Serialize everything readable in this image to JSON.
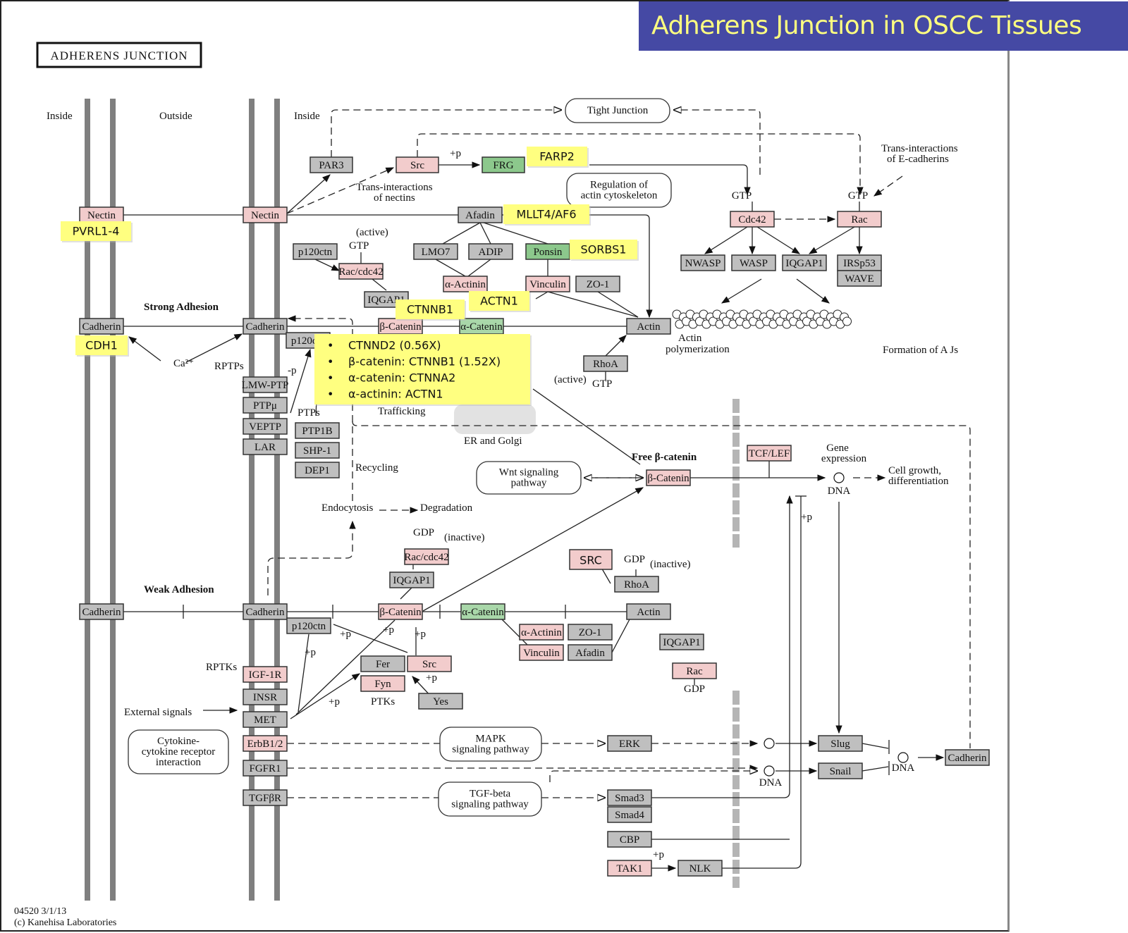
{
  "banner": {
    "title": "Adherens Junction in OSCC Tissues"
  },
  "map": {
    "title": "ADHERENS JUNCTION",
    "footer_id": "04520 3/1/13",
    "footer_copy": "(c) Kanehisa Laboratories"
  },
  "colors": {
    "gray": "#bfbfbf",
    "pink": "#f2cccc",
    "green": "#8cc88c",
    "light_green": "#a9d7a9",
    "annotation": "#ffff80",
    "banner_bg": "#4549a4",
    "banner_text": "#ffff80"
  },
  "nodes": [
    {
      "id": "nectin_l",
      "label": "Nectin",
      "color": "pink"
    },
    {
      "id": "nectin_r",
      "label": "Nectin",
      "color": "pink"
    },
    {
      "id": "par3",
      "label": "PAR3",
      "color": "gray"
    },
    {
      "id": "src_top",
      "label": "Src",
      "color": "pink"
    },
    {
      "id": "frg",
      "label": "FRG",
      "color": "green"
    },
    {
      "id": "afadin_top",
      "label": "Afadin",
      "color": "gray"
    },
    {
      "id": "p120_top",
      "label": "p120ctn",
      "color": "gray"
    },
    {
      "id": "raccdc42_top",
      "label": "Rac/cdc42",
      "color": "pink"
    },
    {
      "id": "iqgap_top",
      "label": "IQGAP1",
      "color": "gray"
    },
    {
      "id": "lmo7",
      "label": "LMO7",
      "color": "gray"
    },
    {
      "id": "adip",
      "label": "ADIP",
      "color": "gray"
    },
    {
      "id": "ponsin",
      "label": "Ponsin",
      "color": "green"
    },
    {
      "id": "actinin_top",
      "label": "α-Actinin",
      "color": "pink"
    },
    {
      "id": "vinculin_top",
      "label": "Vinculin",
      "color": "pink"
    },
    {
      "id": "zo1_top",
      "label": "ZO-1",
      "color": "gray"
    },
    {
      "id": "cdc42",
      "label": "Cdc42",
      "color": "pink"
    },
    {
      "id": "rac_top",
      "label": "Rac",
      "color": "pink"
    },
    {
      "id": "nwasp",
      "label": "NWASP",
      "color": "gray"
    },
    {
      "id": "wasp",
      "label": "WASP",
      "color": "gray"
    },
    {
      "id": "iqgap_r",
      "label": "IQGAP1",
      "color": "gray"
    },
    {
      "id": "irsp53",
      "label": "IRSp53",
      "color": "gray"
    },
    {
      "id": "wave",
      "label": "WAVE",
      "color": "gray"
    },
    {
      "id": "cadherin_l1",
      "label": "Cadherin",
      "color": "gray"
    },
    {
      "id": "cadherin_r1",
      "label": "Cadherin",
      "color": "gray"
    },
    {
      "id": "p120_s",
      "label": "p120ctn",
      "color": "gray"
    },
    {
      "id": "bcat_s",
      "label": "β-Catenin",
      "color": "pink"
    },
    {
      "id": "acat_s",
      "label": "α-Catenin",
      "color": "light_green"
    },
    {
      "id": "actin_s",
      "label": "Actin",
      "color": "gray"
    },
    {
      "id": "rhoa_top",
      "label": "RhoA",
      "color": "gray"
    },
    {
      "id": "lmwptp",
      "label": "LMW-PTP",
      "color": "gray"
    },
    {
      "id": "ptpmu",
      "label": "PTPμ",
      "color": "gray"
    },
    {
      "id": "veptp",
      "label": "VEPTP",
      "color": "gray"
    },
    {
      "id": "lar",
      "label": "LAR",
      "color": "gray"
    },
    {
      "id": "ptp1b",
      "label": "PTP1B",
      "color": "gray"
    },
    {
      "id": "shp1",
      "label": "SHP-1",
      "color": "gray"
    },
    {
      "id": "dep1",
      "label": "DEP1",
      "color": "gray"
    },
    {
      "id": "tcflef",
      "label": "TCF/LEF",
      "color": "pink"
    },
    {
      "id": "bcat_free",
      "label": "β-Catenin",
      "color": "pink"
    },
    {
      "id": "raccdc42_mid",
      "label": "Rac/cdc42",
      "color": "pink"
    },
    {
      "id": "iqgap_mid",
      "label": "IQGAP1",
      "color": "gray"
    },
    {
      "id": "src_ann",
      "label": "SRC",
      "color": "pink"
    },
    {
      "id": "rhoa_mid",
      "label": "RhoA",
      "color": "gray"
    },
    {
      "id": "cadherin_l2",
      "label": "Cadherin",
      "color": "gray"
    },
    {
      "id": "cadherin_r2",
      "label": "Cadherin",
      "color": "gray"
    },
    {
      "id": "p120_w",
      "label": "p120ctn",
      "color": "gray"
    },
    {
      "id": "bcat_w",
      "label": "β-Catenin",
      "color": "pink"
    },
    {
      "id": "acat_w",
      "label": "α-Catenin",
      "color": "light_green"
    },
    {
      "id": "actin_w",
      "label": "Actin",
      "color": "gray"
    },
    {
      "id": "actinin_w",
      "label": "α-Actinin",
      "color": "pink"
    },
    {
      "id": "zo1_w",
      "label": "ZO-1",
      "color": "gray"
    },
    {
      "id": "vinculin_w",
      "label": "Vinculin",
      "color": "pink"
    },
    {
      "id": "afadin_w",
      "label": "Afadin",
      "color": "gray"
    },
    {
      "id": "iqgap_w",
      "label": "IQGAP1",
      "color": "gray"
    },
    {
      "id": "rac_w",
      "label": "Rac",
      "color": "pink"
    },
    {
      "id": "fer",
      "label": "Fer",
      "color": "gray"
    },
    {
      "id": "src_w",
      "label": "Src",
      "color": "pink"
    },
    {
      "id": "fyn",
      "label": "Fyn",
      "color": "pink"
    },
    {
      "id": "yes",
      "label": "Yes",
      "color": "gray"
    },
    {
      "id": "igf1r",
      "label": "IGF-1R",
      "color": "pink"
    },
    {
      "id": "insr",
      "label": "INSR",
      "color": "gray"
    },
    {
      "id": "met",
      "label": "MET",
      "color": "gray"
    },
    {
      "id": "erbb",
      "label": "ErbB1/2",
      "color": "pink"
    },
    {
      "id": "fgfr1",
      "label": "FGFR1",
      "color": "gray"
    },
    {
      "id": "tgfbr",
      "label": "TGFβR",
      "color": "gray"
    },
    {
      "id": "erk",
      "label": "ERK",
      "color": "gray"
    },
    {
      "id": "smad3",
      "label": "Smad3",
      "color": "gray"
    },
    {
      "id": "smad4",
      "label": "Smad4",
      "color": "gray"
    },
    {
      "id": "cbp",
      "label": "CBP",
      "color": "gray"
    },
    {
      "id": "tak1",
      "label": "TAK1",
      "color": "pink"
    },
    {
      "id": "nlk",
      "label": "NLK",
      "color": "gray"
    },
    {
      "id": "slug",
      "label": "Slug",
      "color": "gray"
    },
    {
      "id": "snail",
      "label": "Snail",
      "color": "gray"
    },
    {
      "id": "cadherin_out",
      "label": "Cadherin",
      "color": "gray"
    }
  ],
  "pathways": [
    {
      "id": "tight_junction",
      "lines": [
        "Tight Junction"
      ]
    },
    {
      "id": "reg_actin",
      "lines": [
        "Regulation of",
        "actin cytoskeleton"
      ]
    },
    {
      "id": "wnt",
      "lines": [
        "Wnt signaling",
        "pathway"
      ]
    },
    {
      "id": "cytokine",
      "lines": [
        "Cytokine-",
        "cytokine receptor",
        "interaction"
      ]
    },
    {
      "id": "mapk",
      "lines": [
        "MAPK",
        "signaling pathway"
      ]
    },
    {
      "id": "tgfb",
      "lines": [
        "TGF-beta",
        "signaling pathway"
      ]
    }
  ],
  "labels": [
    {
      "id": "inside_l",
      "text": "Inside"
    },
    {
      "id": "outside",
      "text": "Outside"
    },
    {
      "id": "inside_r",
      "text": "Inside"
    },
    {
      "id": "trans_nectins_1",
      "text": "Trans-interactions"
    },
    {
      "id": "trans_nectins_2",
      "text": "of nectins"
    },
    {
      "id": "trans_ecad_1",
      "text": "Trans-interactions"
    },
    {
      "id": "trans_ecad_2",
      "text": "of E-cadherins"
    },
    {
      "id": "plus_p_src",
      "text": "+p"
    },
    {
      "id": "active_1",
      "text": "(active)"
    },
    {
      "id": "gtp_1",
      "text": "GTP"
    },
    {
      "id": "gtp_cdc42",
      "text": "GTP"
    },
    {
      "id": "gtp_rac",
      "text": "GTP"
    },
    {
      "id": "strong_adhesion",
      "text": "Strong Adhesion",
      "bold": true
    },
    {
      "id": "ca2",
      "text": "Ca²⁺"
    },
    {
      "id": "rptps",
      "text": "RPTPs"
    },
    {
      "id": "minus_p",
      "text": "-p"
    },
    {
      "id": "ptps",
      "text": "PTPs"
    },
    {
      "id": "trafficking",
      "text": "Trafficking"
    },
    {
      "id": "er_golgi",
      "text": "ER and Golgi"
    },
    {
      "id": "recycling",
      "text": "Recycling"
    },
    {
      "id": "endocytosis",
      "text": "Endocytosis"
    },
    {
      "id": "degradation",
      "text": "Degradation"
    },
    {
      "id": "actin_poly_1",
      "text": "Actin"
    },
    {
      "id": "actin_poly_2",
      "text": "polymerization"
    },
    {
      "id": "formation_ajs",
      "text": "Formation of A Js"
    },
    {
      "id": "active_2",
      "text": "(active)"
    },
    {
      "id": "gtp_rhoa",
      "text": "GTP"
    },
    {
      "id": "free_bcat",
      "text": "Free β-catenin",
      "bold": true
    },
    {
      "id": "gene_expr_1",
      "text": "Gene"
    },
    {
      "id": "gene_expr_2",
      "text": "expression"
    },
    {
      "id": "dna_1",
      "text": "DNA"
    },
    {
      "id": "cell_growth_1",
      "text": "Cell growth,"
    },
    {
      "id": "cell_growth_2",
      "text": "differentiation"
    },
    {
      "id": "plus_p_tcf",
      "text": "+p"
    },
    {
      "id": "gdp_1",
      "text": "GDP"
    },
    {
      "id": "inactive_1",
      "text": "(inactive)"
    },
    {
      "id": "gdp_rhoa",
      "text": "GDP"
    },
    {
      "id": "inactive_2",
      "text": "(inactive)"
    },
    {
      "id": "weak_adhesion",
      "text": "Weak Adhesion",
      "bold": true
    },
    {
      "id": "pp1",
      "text": "+p"
    },
    {
      "id": "pp2",
      "text": "+p"
    },
    {
      "id": "pp3",
      "text": "+p"
    },
    {
      "id": "pp4",
      "text": "+p"
    },
    {
      "id": "pp5",
      "text": "+p"
    },
    {
      "id": "pp6",
      "text": "+p"
    },
    {
      "id": "rptks",
      "text": "RPTKs"
    },
    {
      "id": "ptks",
      "text": "PTKs"
    },
    {
      "id": "ext_signals",
      "text": "External signals"
    },
    {
      "id": "gdp_rac",
      "text": "GDP"
    },
    {
      "id": "dna_2",
      "text": "DNA"
    },
    {
      "id": "dna_3",
      "text": "DNA"
    },
    {
      "id": "plus_p_tak",
      "text": "+p"
    }
  ],
  "annotations": [
    {
      "id": "pvrl",
      "lines": [
        "PVRL1-4"
      ]
    },
    {
      "id": "cdh1",
      "lines": [
        "CDH1"
      ]
    },
    {
      "id": "farp2",
      "lines": [
        "FARP2"
      ]
    },
    {
      "id": "mllt4",
      "lines": [
        "MLLT4/AF6"
      ]
    },
    {
      "id": "sorbs1",
      "lines": [
        "SORBS1"
      ]
    },
    {
      "id": "ctnnb1",
      "lines": [
        "CTNNB1"
      ]
    },
    {
      "id": "actn1",
      "lines": [
        "ACTN1"
      ]
    },
    {
      "id": "bullets",
      "bullets": true,
      "lines": [
        "CTNND2 (0.56X)",
        "β-catenin: CTNNB1 (1.52X)",
        "α-catenin: CTNNA2",
        "α-actinin: ACTN1"
      ]
    }
  ]
}
